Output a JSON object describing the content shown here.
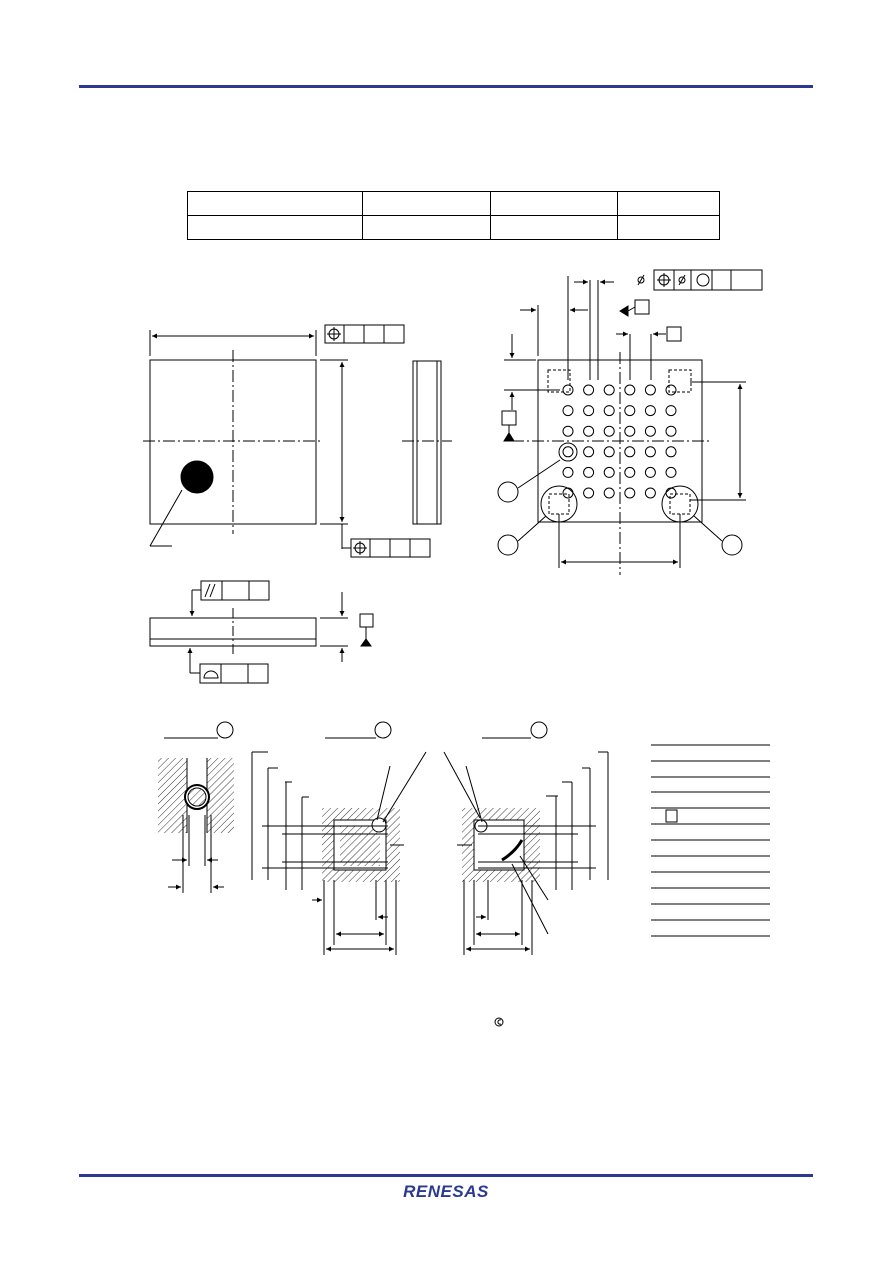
{
  "page": {
    "rule_color": "#2b3a8f",
    "brand_color": "#2b3a8f"
  },
  "header_table": {
    "columns": 4,
    "rows": 2,
    "cells": [
      [
        "",
        "",
        "",
        ""
      ],
      [
        "",
        "",
        "",
        ""
      ]
    ]
  },
  "bga_view": {
    "ball_grid": {
      "rows": 6,
      "cols": 6
    }
  },
  "logo": {
    "text": "RENESAS"
  }
}
